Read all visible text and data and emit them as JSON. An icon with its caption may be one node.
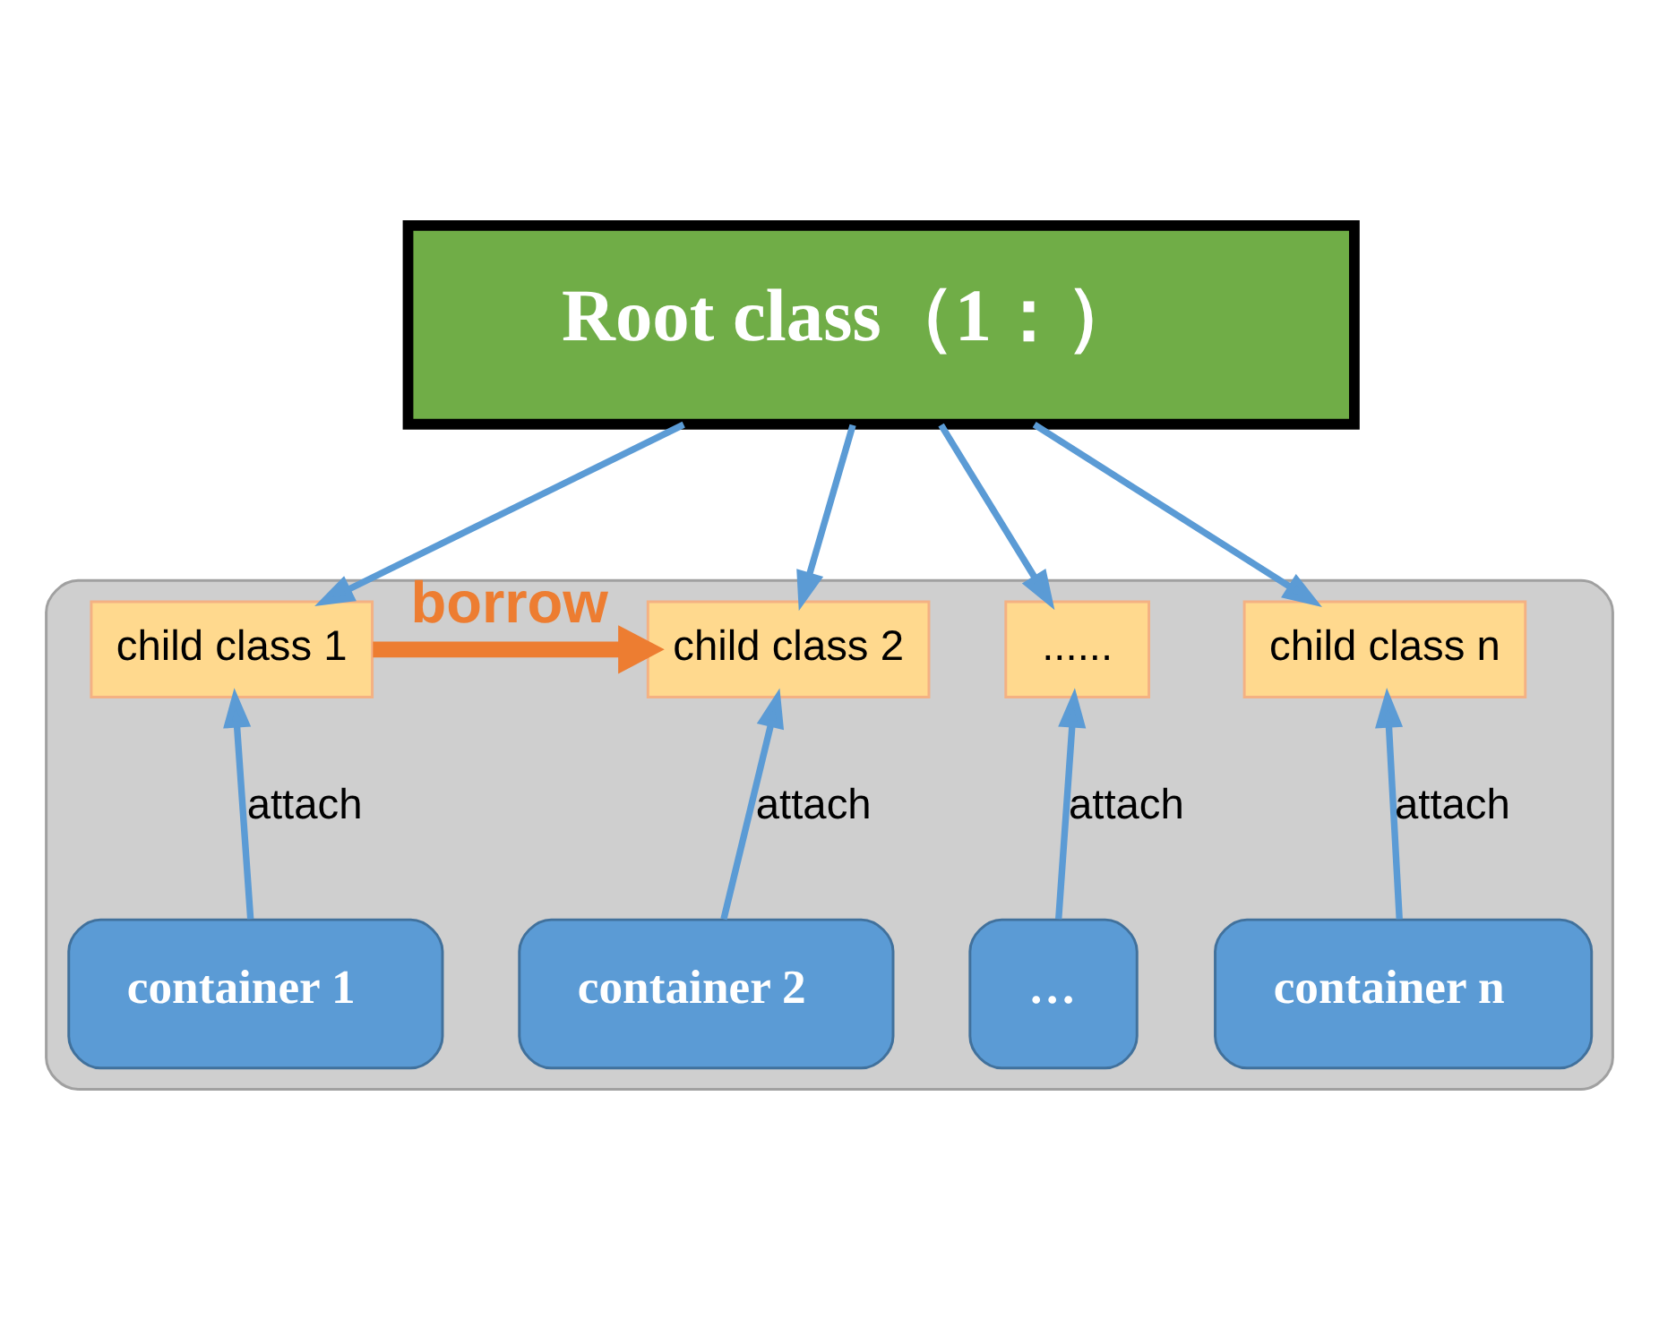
{
  "diagram": {
    "nodes": [
      {
        "text": [
          "Root class（1：）"
        ]
      },
      {
        "text": [],
        "shape": "box"
      },
      {
        "text": [
          "child class 1"
        ],
        "in": 1
      },
      {
        "text": [
          "child class 2"
        ],
        "in": 1
      },
      {
        "text": [
          "......"
        ],
        "in": 1
      },
      {
        "text": [
          "child class n"
        ],
        "in": 1
      },
      {
        "text": [
          "container 1"
        ],
        "in": 1
      },
      {
        "text": [
          "container 2"
        ],
        "in": 1
      },
      {
        "text": [
          "…"
        ],
        "in": 1
      },
      {
        "text": [
          "container n"
        ],
        "in": 1
      }
    ],
    "edges": [
      {
        "from": 0,
        "to": 2,
        "arrow": "to"
      },
      {
        "from": 0,
        "to": 3,
        "arrow": "to"
      },
      {
        "from": 0,
        "to": 4,
        "arrow": "to"
      },
      {
        "from": 0,
        "to": 5,
        "arrow": "to"
      },
      {
        "from": 2,
        "to": 3,
        "arrow": "to",
        "label": "borrow",
        "style": "thick",
        "color": "#ed7d31"
      },
      {
        "from": 6,
        "to": 2,
        "arrow": "to",
        "label": "attach"
      },
      {
        "from": 7,
        "to": 3,
        "arrow": "to",
        "label": "attach"
      },
      {
        "from": 8,
        "to": 4,
        "arrow": "to",
        "label": "attach"
      },
      {
        "from": 9,
        "to": 5,
        "arrow": "to",
        "label": "attach"
      }
    ]
  }
}
